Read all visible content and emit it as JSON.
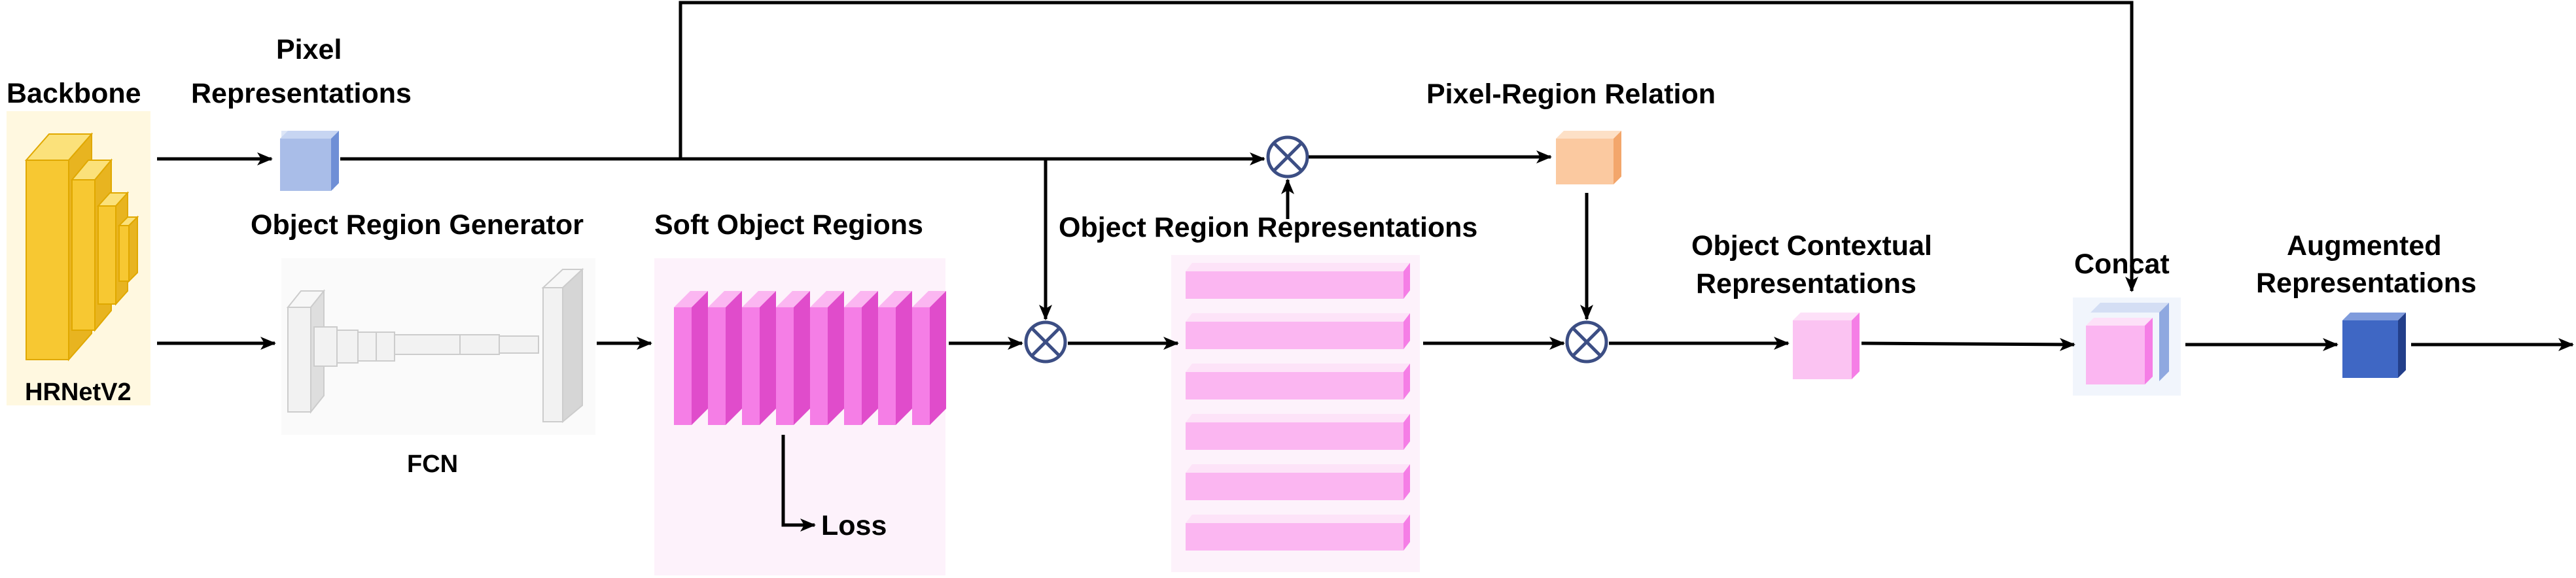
{
  "labels": {
    "backbone": "Backbone",
    "hrnet": "HRNetV2",
    "pixel_line1": "Pixel",
    "pixel_line2": "Representations",
    "object_region_generator": "Object Region Generator",
    "fcn": "FCN",
    "soft_object_regions": "Soft Object Regions",
    "loss": "Loss",
    "object_region_representations": "Object Region Representations",
    "pixel_region_relation": "Pixel-Region Relation",
    "object_contextual_line1": "Object Contextual",
    "object_contextual_line2": "Representations",
    "concat": "Concat",
    "augmented_line1": "Augmented",
    "augmented_line2": "Representations"
  },
  "colors": {
    "backbone_yellow": "#f7c832",
    "pixel_blue": "#a9bde8",
    "soft_region_pink": "#f57ee6",
    "region_rep_pink": "#fbb6f1",
    "relation_orange": "#fbc9a0",
    "augmented_blue": "#3f67c4",
    "fcn_gray": "#e6e6e6",
    "multiply_blue": "#3c4e84"
  }
}
